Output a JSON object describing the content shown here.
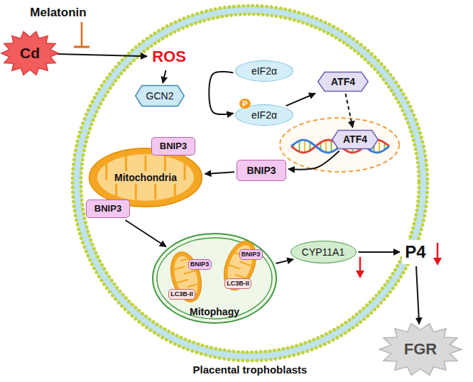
{
  "diagram": {
    "nodes": [
      {
        "text": [
          "Cd"
        ]
      },
      {
        "text": [
          "ROS"
        ]
      },
      {
        "text": [
          "GCN2"
        ]
      },
      {
        "text": [
          "eIF2α"
        ]
      },
      {
        "text": [
          "eIF2α"
        ]
      },
      {
        "text": [
          "ATF4"
        ]
      },
      {
        "text": [
          "ATF4"
        ]
      },
      {
        "text": [
          "BNIP3"
        ]
      },
      {
        "text": [
          "Mitochondria"
        ]
      },
      {
        "text": [
          "BNIP3"
        ]
      },
      {
        "text": [
          "BNIP3"
        ]
      },
      {
        "text": [
          "Mitophagy"
        ]
      },
      {
        "text": [
          "BNIP3"
        ],
        "in": 11
      },
      {
        "text": [
          "LC3B-II"
        ],
        "in": 11
      },
      {
        "text": [
          "BNIP3"
        ],
        "in": 11
      },
      {
        "text": [
          "LC3B-II"
        ],
        "in": 11
      },
      {
        "text": [
          "CYP11A1"
        ]
      },
      {
        "text": [
          "P4"
        ]
      },
      {
        "text": [
          "FGR"
        ]
      }
    ],
    "edges": [
      {
        "from": 0,
        "to": 1,
        "arrow": "to"
      },
      {
        "from": 1,
        "to": 2,
        "arrow": "to"
      },
      {
        "from": 3,
        "to": 4,
        "arrow": "to"
      },
      {
        "from": 4,
        "to": 5,
        "arrow": "to"
      },
      {
        "from": 5,
        "to": 6,
        "arrow": "to"
      },
      {
        "from": 6,
        "to": 7,
        "arrow": "to"
      },
      {
        "from": 7,
        "to": 8,
        "arrow": "to"
      },
      {
        "from": 10,
        "to": 11,
        "arrow": "to"
      },
      {
        "from": 11,
        "to": 16,
        "arrow": "to"
      },
      {
        "from": 16,
        "to": 17,
        "arrow": "to"
      },
      {
        "from": 17,
        "to": 18,
        "arrow": "to"
      }
    ],
    "labels": [
      "Melatonin",
      "P",
      "Placental trophoblasts"
    ]
  }
}
